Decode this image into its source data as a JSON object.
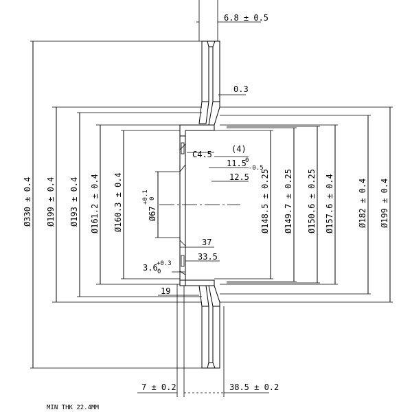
{
  "dims": {
    "thickness": "6.8 ± 0.5",
    "step": "0.3",
    "chamfer": "C4.5",
    "paren_four": "(4)",
    "depth_115": "11.5",
    "depth_115_sup": "0",
    "depth_115_sub": "-0.5",
    "depth_125": "12.5",
    "depth_37": "37",
    "depth_335": "33.5",
    "hub_wall": "3.6",
    "hub_wall_sub": "0",
    "hub_wall_sup": "+0.3",
    "dim_19": "19",
    "d_330": "Ø330 ± 0.4",
    "d_199_left": "Ø199 ± 0.4",
    "d_193": "Ø193 ± 0.4",
    "d_1612": "Ø161.2 ± 0.4",
    "d_1603": "Ø160.3 ± 0.4",
    "d_67": "Ø67",
    "d_67_sup": "+0.1",
    "d_67_sub": "0",
    "d_1485": "Ø148.5 ± 0.25",
    "d_1497": "Ø149.7 ± 0.25",
    "d_1506": "Ø150.6 ± 0.25",
    "d_1576": "Ø157.6 ± 0.4",
    "d_182": "Ø182 ± 0.4",
    "d_199_right": "Ø199 ± 0.4",
    "bottom_left": "7 ± 0.2",
    "bottom_right": "38.5 ± 0.2"
  },
  "footer": {
    "min_thk": "MIN THK 22.4MM"
  }
}
